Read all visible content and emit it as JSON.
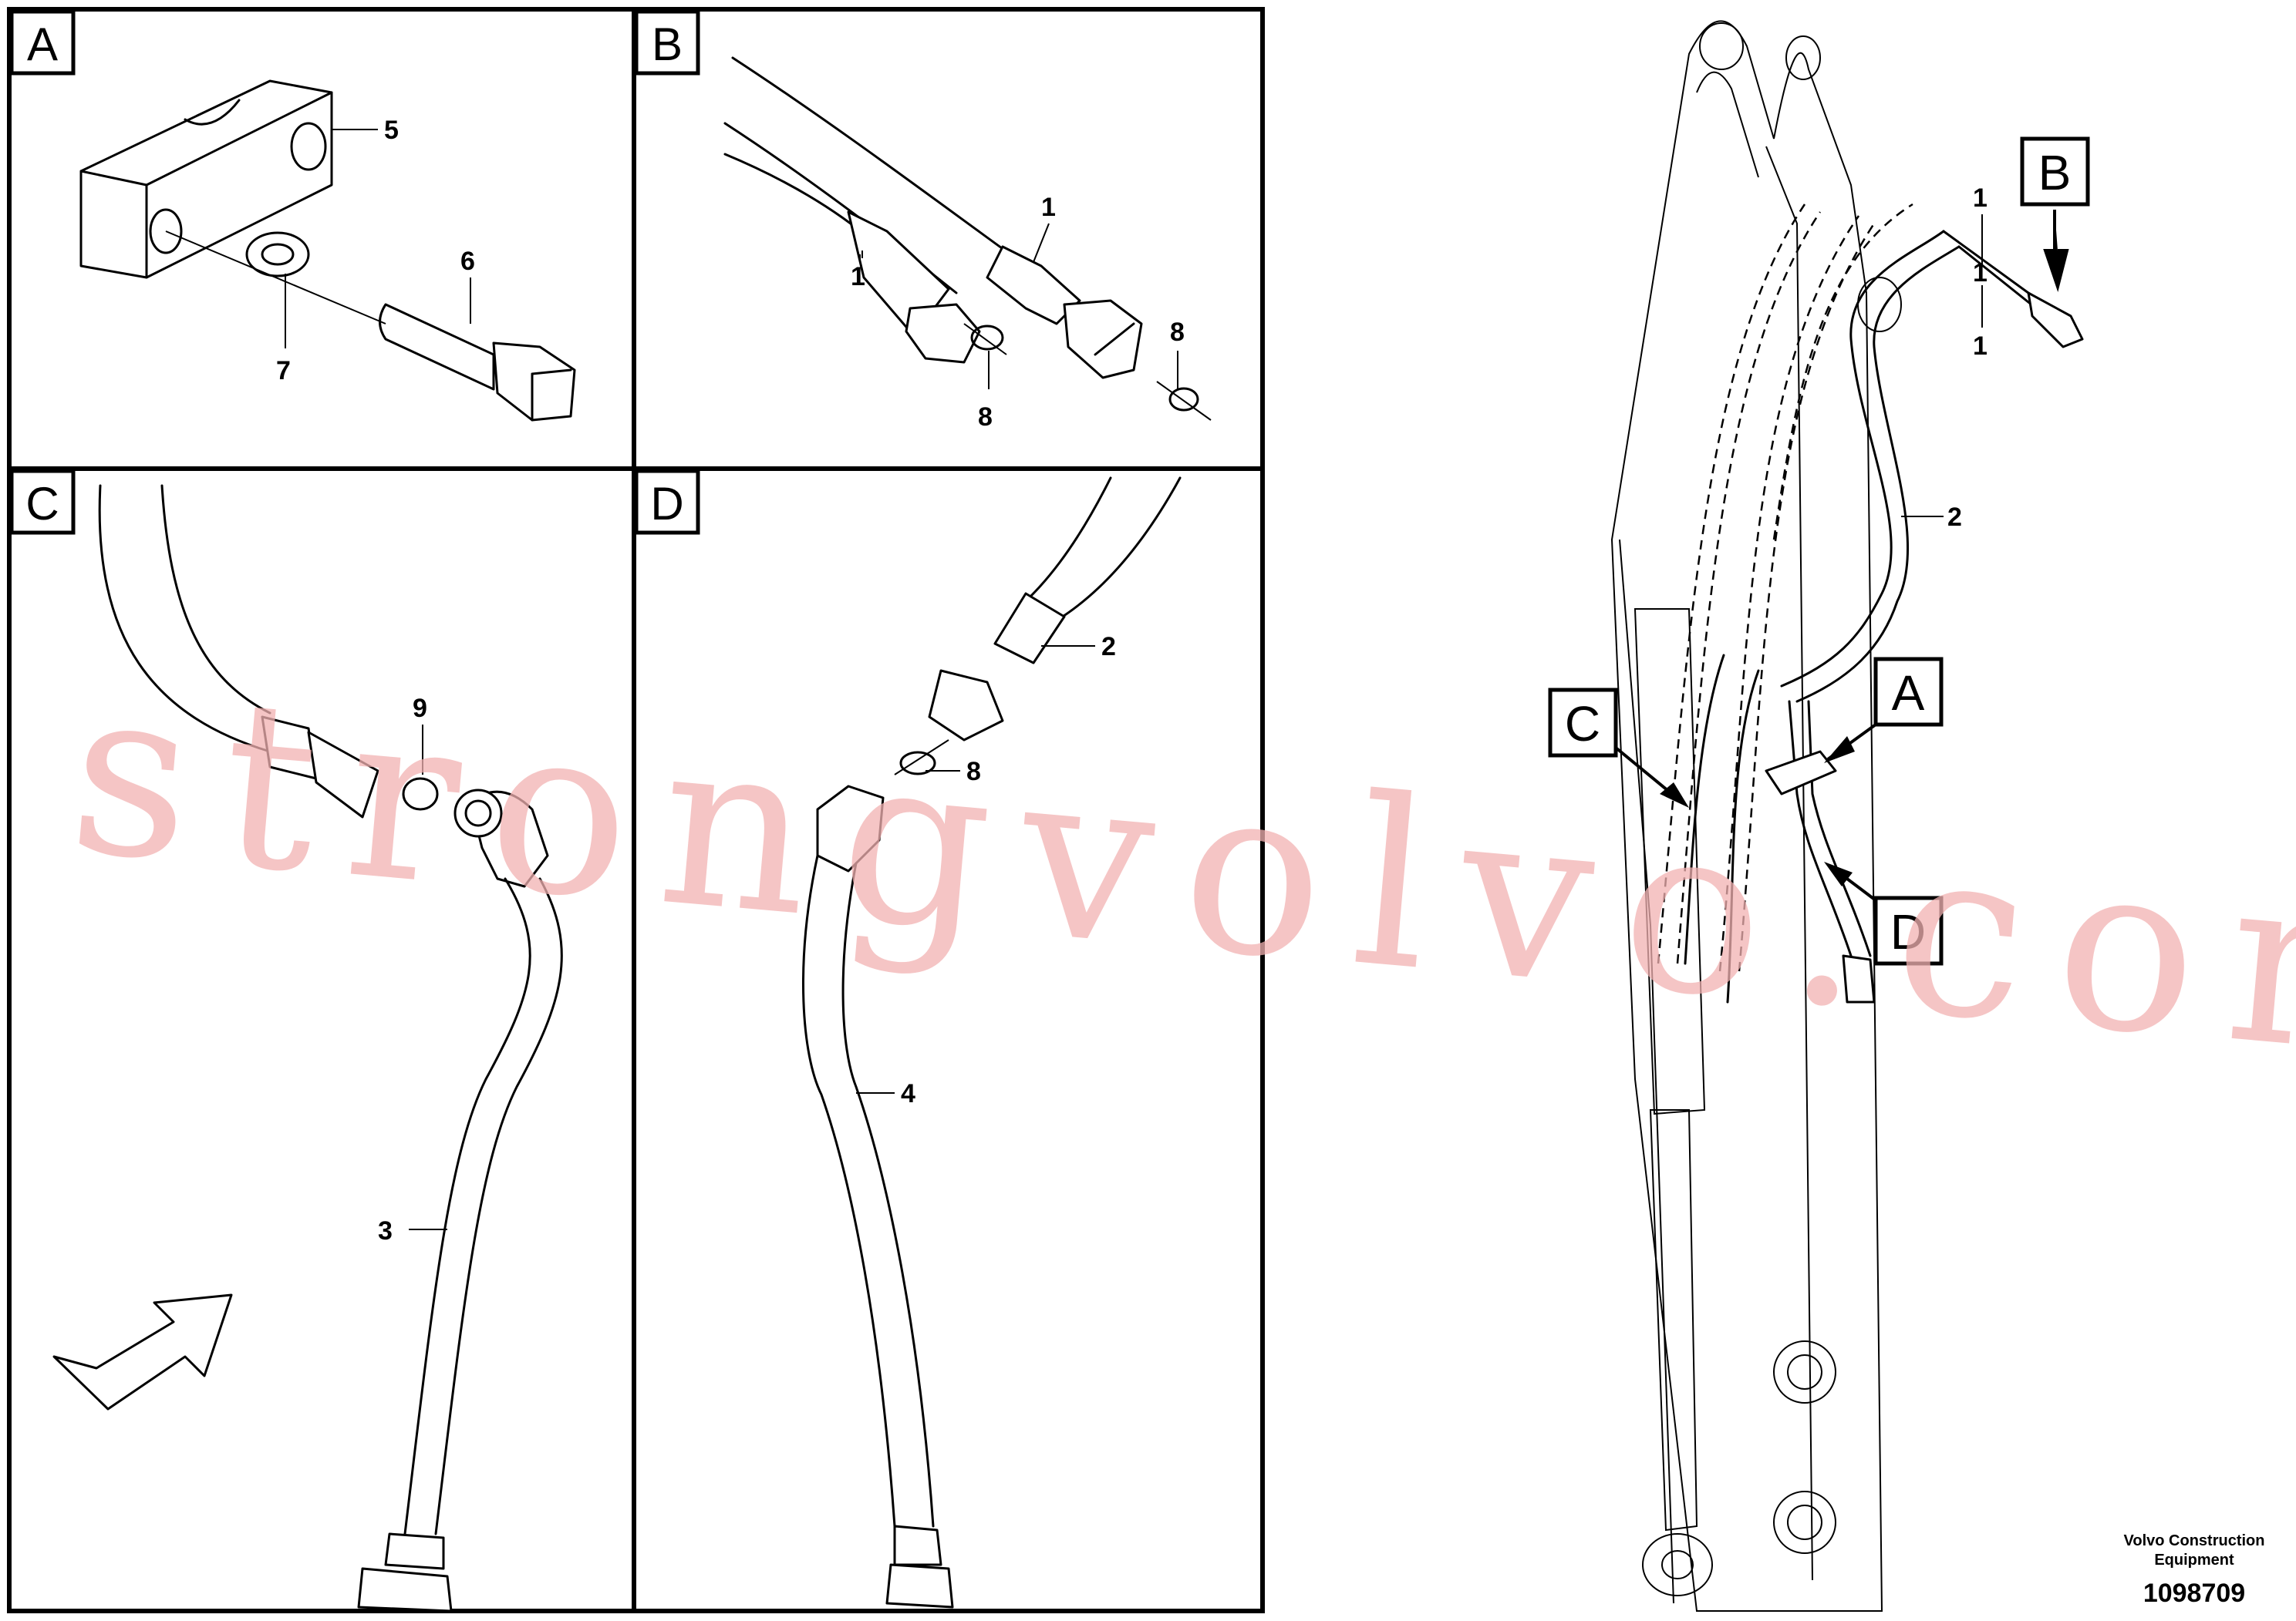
{
  "panels": [
    {
      "letter": "A"
    },
    {
      "letter": "B"
    },
    {
      "letter": "C"
    },
    {
      "letter": "D"
    }
  ],
  "callouts": {
    "a5": "5",
    "a6": "6",
    "a7": "7",
    "b1a": "1",
    "b1b": "1",
    "b8a": "8",
    "b8b": "8",
    "c9": "9",
    "c3": "3",
    "d2": "2",
    "d8": "8",
    "d4": "4",
    "m1a": "1",
    "m1b": "1",
    "m1c": "1",
    "m2": "2"
  },
  "view_markers": {
    "a": "A",
    "b": "B",
    "c": "C",
    "d": "D"
  },
  "watermark": "strongvolvo.com",
  "caption": {
    "company_line1": "Volvo Construction",
    "company_line2": "Equipment",
    "drawing_number": "1098709"
  }
}
